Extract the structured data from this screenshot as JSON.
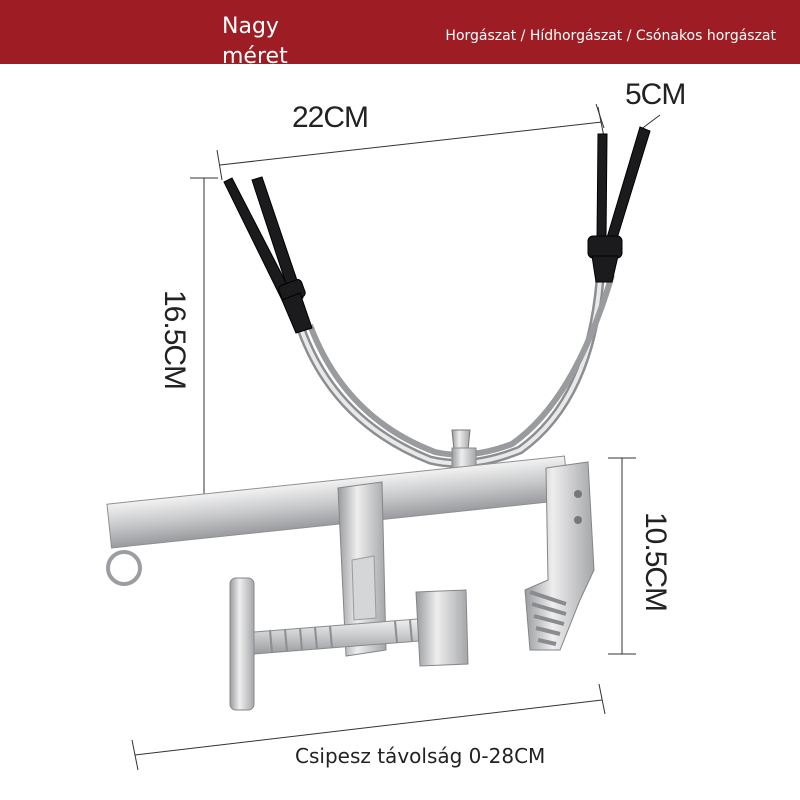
{
  "banner": {
    "title": "Nagy méret",
    "categories": "Horgászat / Hídhorgászat / Csónakos horgászat",
    "color": "#9e1d24"
  },
  "dimensions": {
    "width": "22CM",
    "rod_gap": "5CM",
    "height": "16.5CM",
    "clamp_height": "10.5CM"
  },
  "caption": "Csipesz távolság 0-28CM"
}
